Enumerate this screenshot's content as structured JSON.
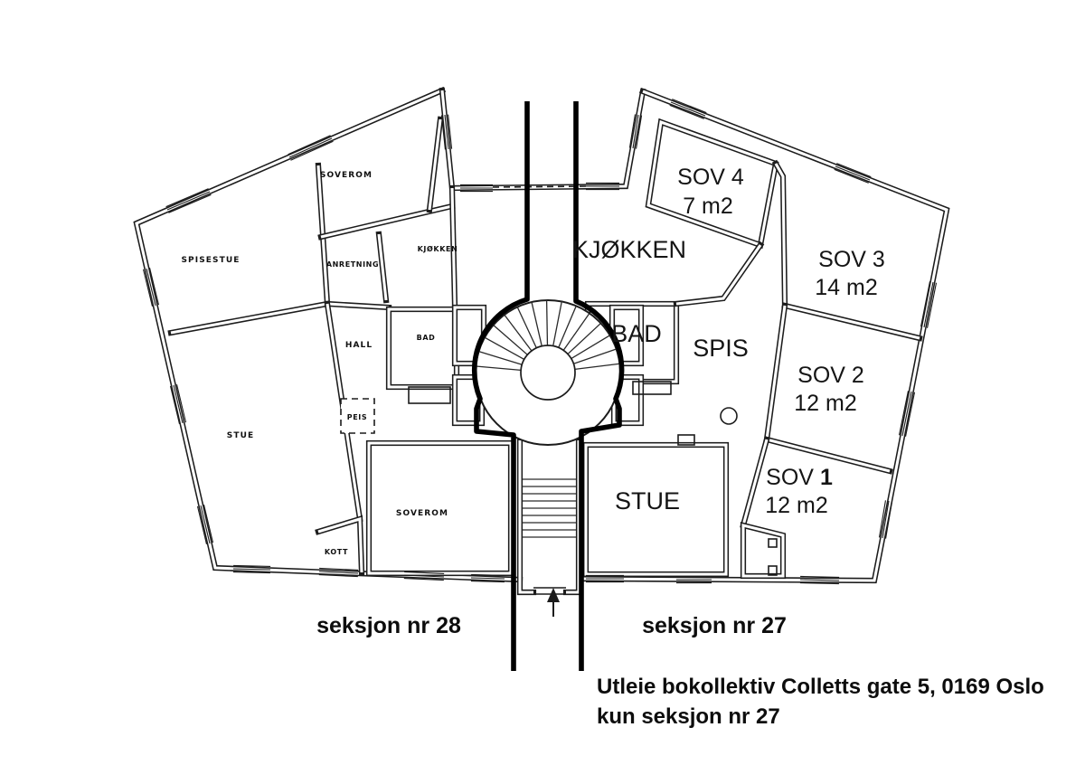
{
  "meta": {
    "type": "scanned floor plan",
    "background_color": "#ffffff",
    "ink_color": "#1c1c1c"
  },
  "sections": {
    "left_caption": "seksjon nr 28",
    "right_caption": "seksjon nr 27"
  },
  "rooms_left": [
    {
      "id": "soverom-top",
      "label": "SOVEROM"
    },
    {
      "id": "spisestue",
      "label": "SPISESTUE"
    },
    {
      "id": "kjokken-left",
      "label": "KJØKKEN"
    },
    {
      "id": "anretning",
      "label": "ANRETNING"
    },
    {
      "id": "hall",
      "label": "HALL"
    },
    {
      "id": "bad-left",
      "label": "BAD"
    },
    {
      "id": "peis",
      "label": "PEIS"
    },
    {
      "id": "stue-left",
      "label": "STUE"
    },
    {
      "id": "soverom-bottom",
      "label": "SOVEROM"
    },
    {
      "id": "kott",
      "label": "KOTT"
    }
  ],
  "rooms_right": [
    {
      "id": "sov4",
      "label": "SOV 4",
      "area": "7 m2"
    },
    {
      "id": "kjokken-right",
      "label": "KJØKKEN"
    },
    {
      "id": "sov3",
      "label": "SOV 3",
      "area": "14 m2"
    },
    {
      "id": "bad-right",
      "label": "BAD"
    },
    {
      "id": "spis",
      "label": "SPIS"
    },
    {
      "id": "sov2",
      "label": "SOV 2",
      "area": "12 m2"
    },
    {
      "id": "sov1",
      "label": "SOV",
      "number": "1",
      "area": "12 m2"
    },
    {
      "id": "stue-right",
      "label": "STUE"
    }
  ],
  "footer": {
    "line1": "Utleie bokollektiv Colletts gate 5, 0169 Oslo",
    "line2": "kun seksjon nr 27"
  }
}
